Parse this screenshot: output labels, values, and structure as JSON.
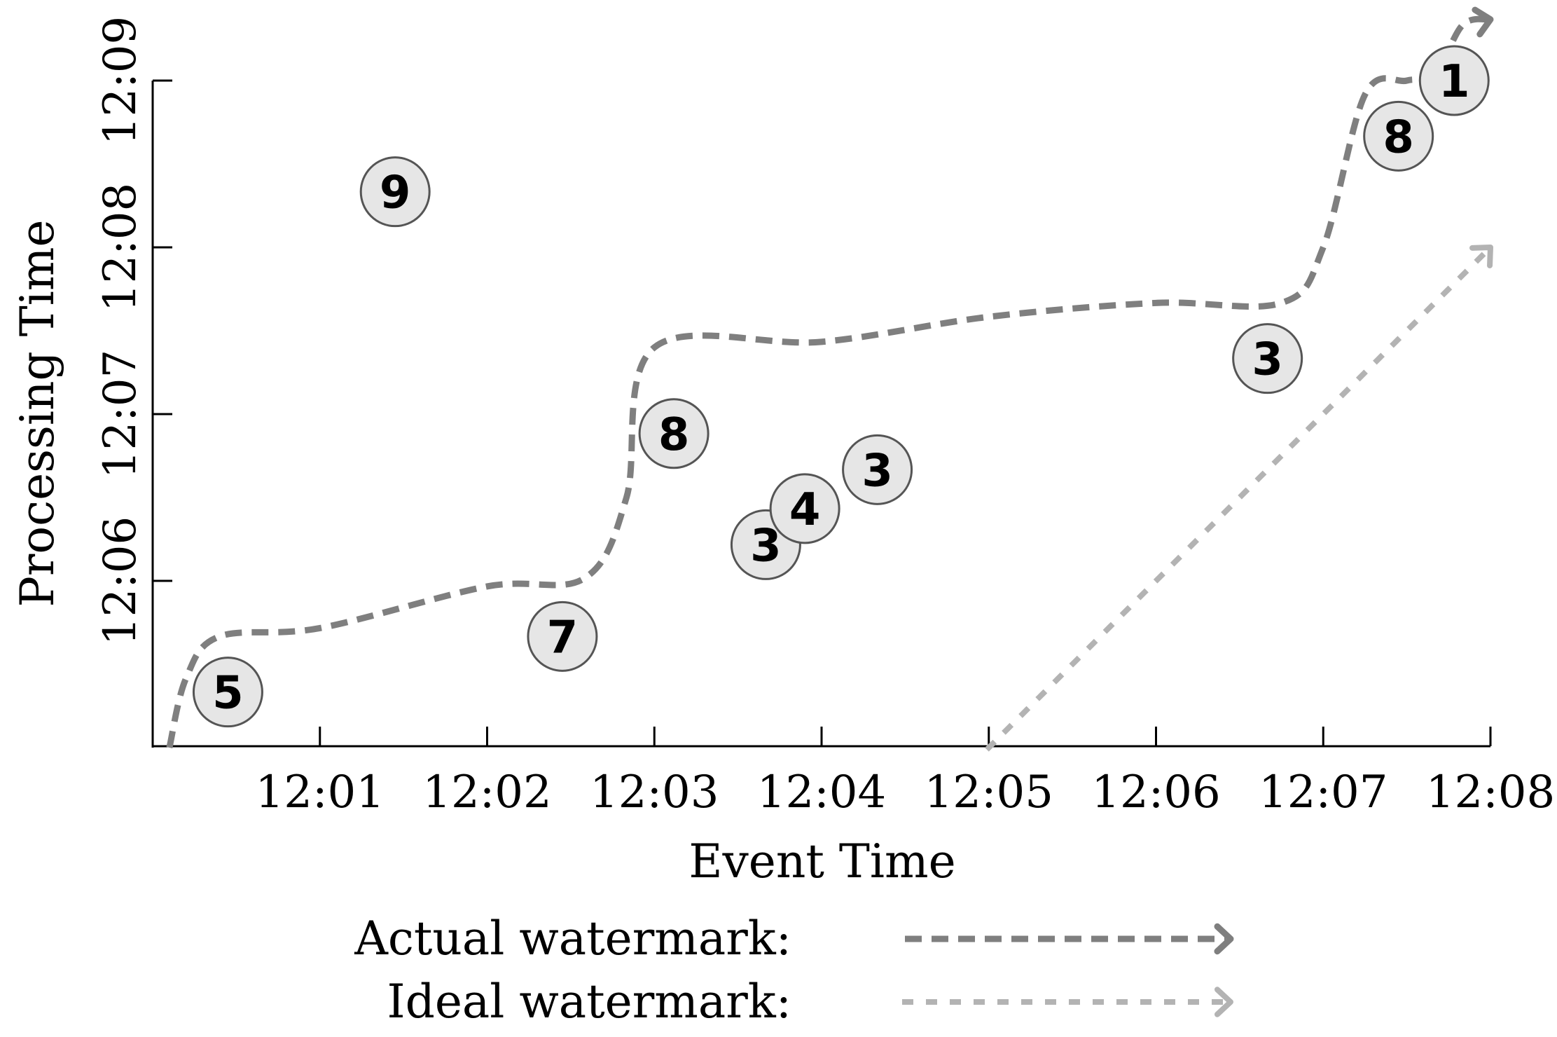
{
  "chart_data": {
    "type": "scatter",
    "xlabel": "Event Time",
    "ylabel": "Processing Time",
    "x_ticks": [
      "12:01",
      "12:02",
      "12:03",
      "12:04",
      "12:05",
      "12:06",
      "12:07",
      "12:08"
    ],
    "y_ticks": [
      "12:06",
      "12:07",
      "12:08",
      "12:09"
    ],
    "xlim": [
      "12:00",
      "12:08"
    ],
    "ylim": [
      "12:05",
      "12:09"
    ],
    "grid": false,
    "points": [
      {
        "event_time": "12:00:27",
        "processing_time": "12:05:20",
        "value": "5"
      },
      {
        "event_time": "12:01:27",
        "processing_time": "12:08:20",
        "value": "9"
      },
      {
        "event_time": "12:02:27",
        "processing_time": "12:05:40",
        "value": "7"
      },
      {
        "event_time": "12:03:07",
        "processing_time": "12:06:53",
        "value": "8"
      },
      {
        "event_time": "12:03:40",
        "processing_time": "12:06:13",
        "value": "3"
      },
      {
        "event_time": "12:03:54",
        "processing_time": "12:06:26",
        "value": "4"
      },
      {
        "event_time": "12:04:20",
        "processing_time": "12:06:40",
        "value": "3"
      },
      {
        "event_time": "12:06:40",
        "processing_time": "12:07:20",
        "value": "3"
      },
      {
        "event_time": "12:07:27",
        "processing_time": "12:08:40",
        "value": "8"
      },
      {
        "event_time": "12:07:47",
        "processing_time": "12:09:00",
        "value": "1"
      }
    ],
    "series": [
      {
        "name": "Actual watermark",
        "style": "dashed",
        "color": "#7f7f7f",
        "x": [
          "12:00:06",
          "12:00:12",
          "12:00:24",
          "12:01:00",
          "12:02:00",
          "12:02:35",
          "12:02:50",
          "12:03:00",
          "12:04:00",
          "12:05:00",
          "12:06:00",
          "12:06:45",
          "12:07:00",
          "12:07:15",
          "12:07:30",
          "12:07:40",
          "12:07:50",
          "12:08:00"
        ],
        "y": [
          "12:05:00",
          "12:05:25",
          "12:05:40",
          "12:05:43",
          "12:05:58",
          "12:06:01",
          "12:06:30",
          "12:07:24",
          "12:07:26",
          "12:07:35",
          "12:07:40",
          "12:07:40",
          "12:08:00",
          "12:08:55",
          "12:09:00",
          "12:09:02",
          "12:09:20",
          "12:09:22"
        ]
      },
      {
        "name": "Ideal watermark",
        "style": "dotted",
        "color": "#b3b3b3",
        "x": [
          "12:05:00",
          "12:08:00"
        ],
        "y": [
          "12:05:00",
          "12:08:00"
        ]
      }
    ],
    "legend": {
      "position": "bottom",
      "items": [
        {
          "label": "Actual watermark:",
          "style": "dashed",
          "color": "#7f7f7f"
        },
        {
          "label": "Ideal watermark:",
          "style": "dotted",
          "color": "#b3b3b3"
        }
      ]
    }
  }
}
